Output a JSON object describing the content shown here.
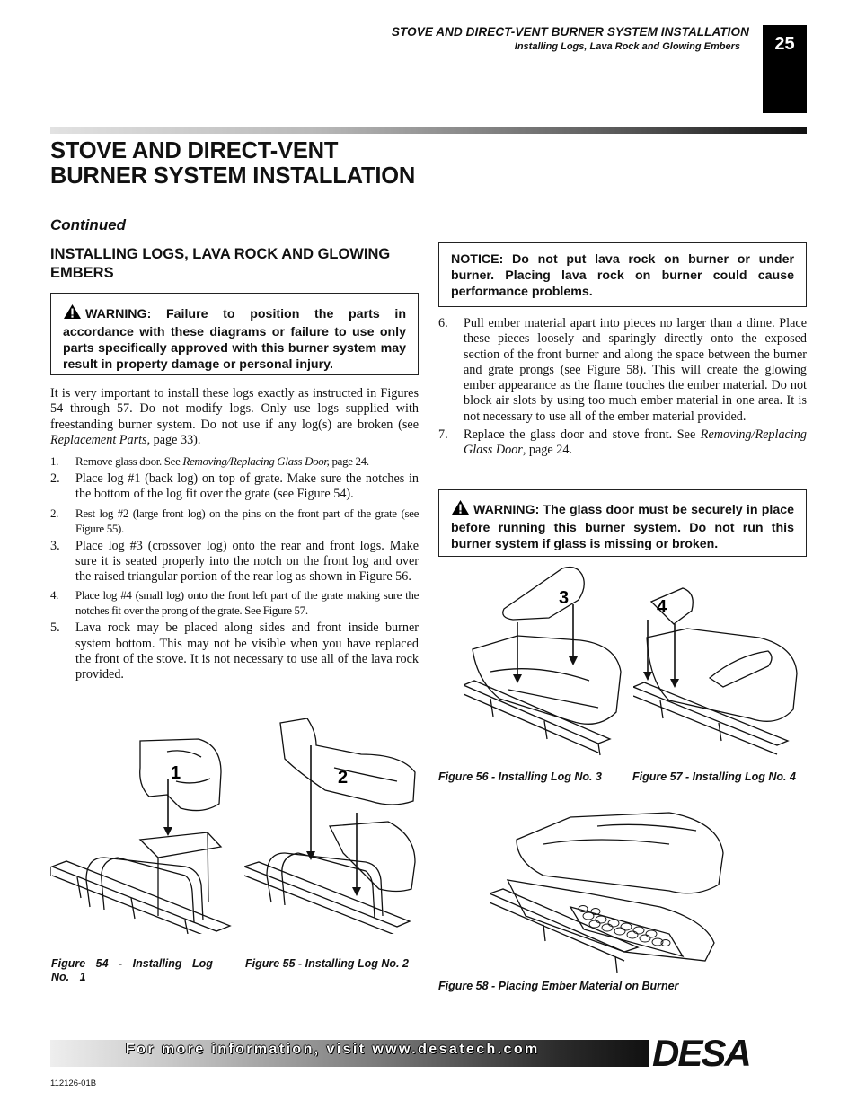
{
  "header": {
    "title": "STOVE AND DIRECT-VENT BURNER SYSTEM INSTALLATION",
    "subtitle": "Installing Logs, Lava Rock and Glowing Embers",
    "page_number": "25"
  },
  "main_title": "STOVE AND DIRECT-VENT BURNER SYSTEM INSTALLATION",
  "continued": "Continued",
  "section_heading": "INSTALLING LOGS, LAVA ROCK AND GLOWING EMBERS",
  "warning1": "WARNING: Failure to position the parts in accordance with these diagrams or failure to use only parts specifically approved with this burner system may result in property damage or personal injury.",
  "intro": {
    "text_a": "It is very important to install these logs exactly as instructed in Figures 54 through 57. Do not modify logs. Only use logs supplied with freestanding burner system. Do not use if any log(s) are broken (see ",
    "ref": "Replacement Parts",
    "text_b": ", page 33)."
  },
  "steps_left": [
    {
      "num": "1.",
      "a": "Remove glass door. See ",
      "ref": "Removing/Replacing Glass Door,",
      "b": " page 24."
    },
    {
      "num": "2.",
      "a": "Place log #1 (back log) on top of grate. Make sure the notches in the bottom of the log fit over the grate (see Figure 54).",
      "ref": "",
      "b": ""
    },
    {
      "num": "2.",
      "a": "Rest log #2 (large front log) on the pins on the front part of the grate (see Figure 55).",
      "ref": "",
      "b": ""
    },
    {
      "num": "3.",
      "a": "Place log #3 (crossover log) onto the rear and front logs. Make sure it is seated properly into the notch on the front log and over the raised triangular portion of the rear log as shown in Figure 56.",
      "ref": "",
      "b": ""
    },
    {
      "num": "4.",
      "a": "Place log #4 (small log) onto the front left part of the grate making sure the notches fit over the prong of the grate. See Figure 57.",
      "ref": "",
      "b": ""
    },
    {
      "num": "5.",
      "a": "Lava rock may be placed along sides and front inside burner system bottom. This may not be visible when you have replaced the front of the stove. It is not necessary to use all of the lava rock provided.",
      "ref": "",
      "b": ""
    }
  ],
  "notice": "NOTICE: Do not put lava rock on burner or under burner. Placing lava rock on burner could cause performance problems.",
  "steps_right": [
    {
      "num": "6.",
      "a": "Pull ember material apart into pieces no larger than a dime. Place these pieces loosely and sparingly directly onto the exposed section of the front burner and along the space between the burner and grate prongs (see Figure 58). This will create the glowing ember appearance as the flame touches the ember material. Do not block air slots by using too much ember material in one area. It is not necessary to use all of the ember material provided.",
      "ref": "",
      "b": ""
    },
    {
      "num": "7.",
      "a": "Replace the glass door and stove front. See ",
      "ref": "Removing/Replacing Glass Door",
      "b": ", page 24."
    }
  ],
  "warning2": "WARNING: The glass door must be securely in place before running this burner system. Do not run this burner system if glass is missing or broken.",
  "figures": {
    "fig54": "Figure 54 - Installing Log No. 1",
    "fig55": "Figure 55 - Installing Log No. 2",
    "fig56": "Figure 56 - Installing Log No. 3",
    "fig57": "Figure 57 - Installing Log No. 4",
    "fig58": "Figure 58 - Placing Ember Material on Burner",
    "log_labels": [
      "1",
      "2",
      "3",
      "4"
    ]
  },
  "footer": {
    "text": "For more information, visit www.desatech.com",
    "logo": "DESA",
    "part_number": "112126-01B"
  },
  "icons": [
    "warning-triangle-icon"
  ]
}
